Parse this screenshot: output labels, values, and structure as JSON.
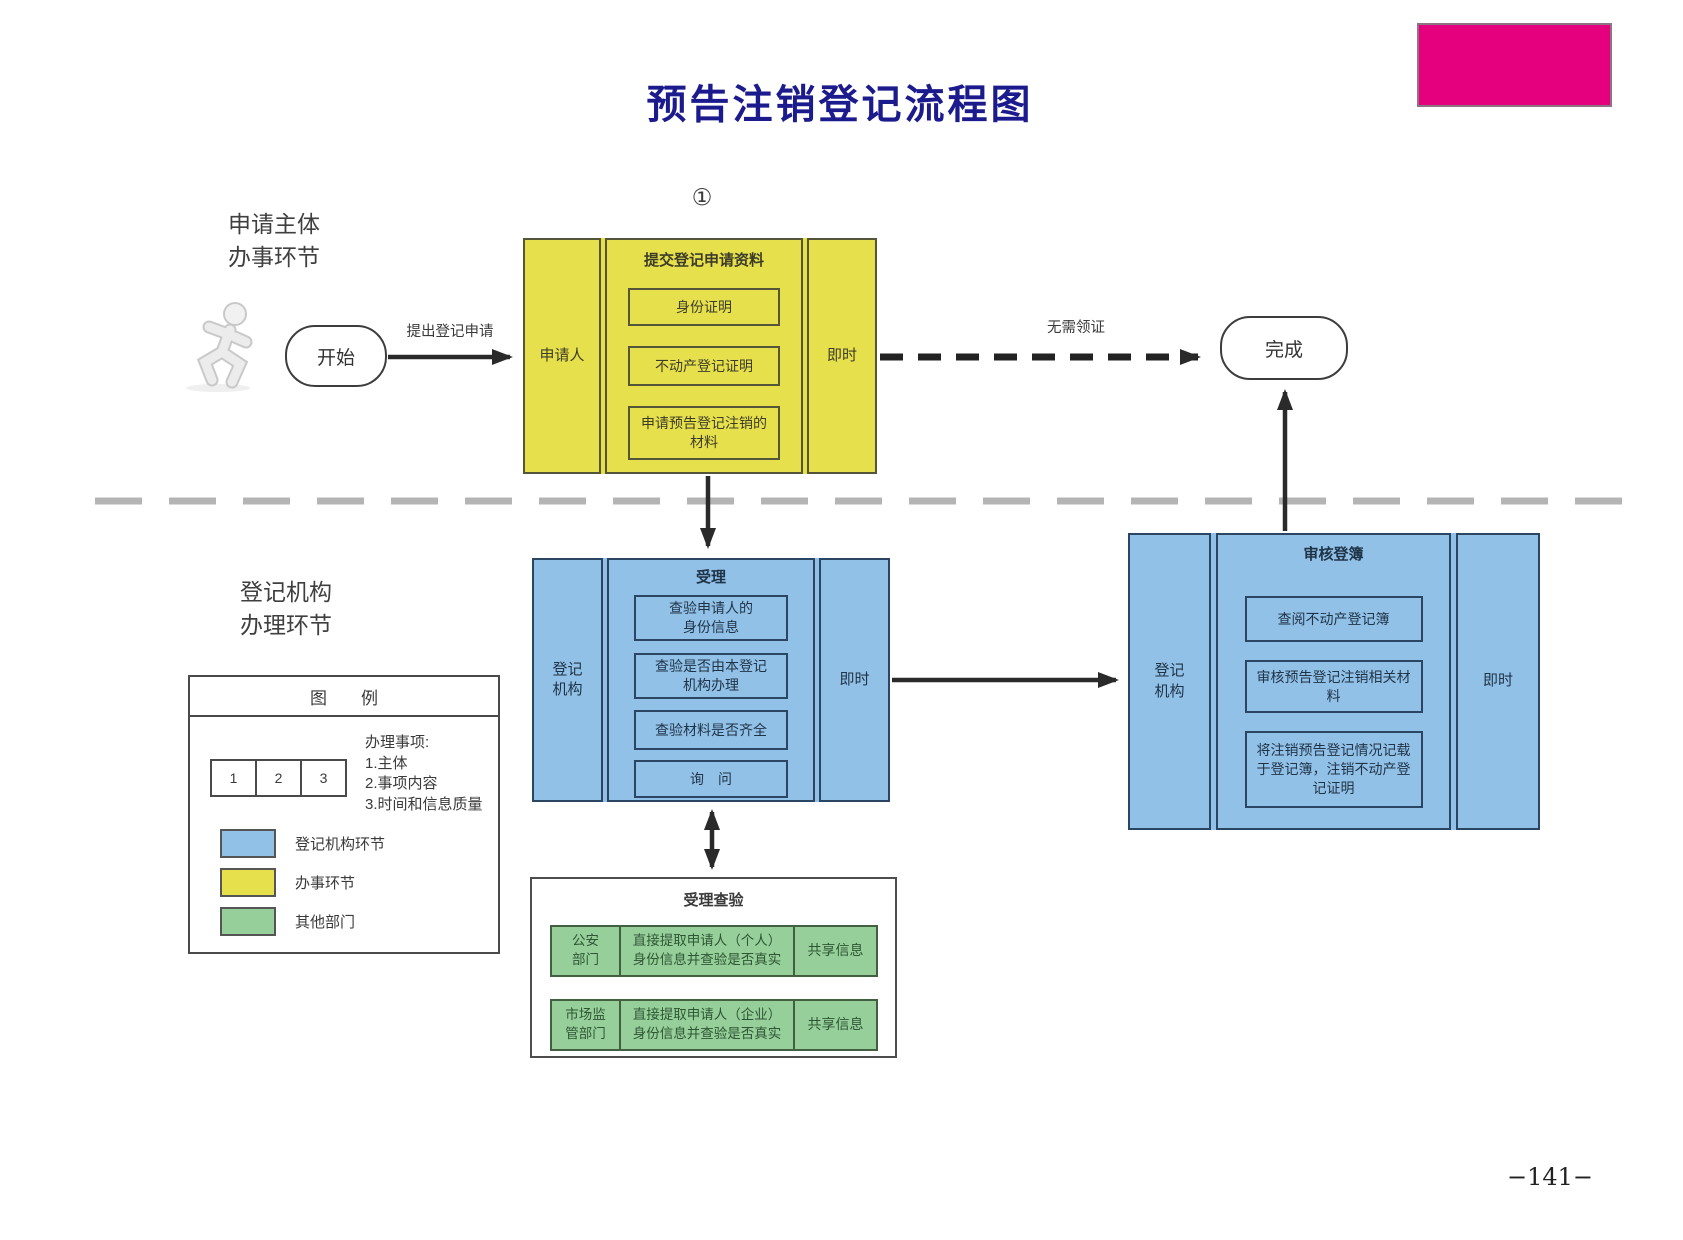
{
  "title": "预告注销登记流程图",
  "step_marker": "①",
  "page_number": "−141−",
  "colors": {
    "accent_pink": "#e5007d",
    "title_blue": "#1b1b8e",
    "registry_blue": "#92c1e8",
    "applicant_yellow": "#e7e04d",
    "other_dept_green": "#97cf9b",
    "divider_gray": "#b4b4b4"
  },
  "lanes": {
    "applicant_label": "申请主体\n办事环节",
    "registry_label": "登记机构\n办理环节"
  },
  "start_node": "开始",
  "finish_node": "完成",
  "edge_labels": {
    "apply": "提出登记申请",
    "no_certificate": "无需领证"
  },
  "submit_block": {
    "actor": "申请人",
    "title": "提交登记申请资料",
    "items": [
      "身份证明",
      "不动产登记证明",
      "申请预告登记注销的\n材料"
    ],
    "time": "即时"
  },
  "accept_block": {
    "actor": "登记\n机构",
    "title": "受理",
    "items": [
      "查验申请人的\n身份信息",
      "查验是否由本登记\n机构办理",
      "查验材料是否齐全",
      "询　问"
    ],
    "time": "即时"
  },
  "review_block": {
    "actor": "登记\n机构",
    "title": "审核登簿",
    "items": [
      "查阅不动产登记簿",
      "审核预告登记注销相关材\n料",
      "将注销预告登记情况记载\n于登记簿，注销不动产登\n记证明"
    ],
    "time": "即时"
  },
  "check_block": {
    "title": "受理查验",
    "rows": [
      {
        "dept": "公安\n部门",
        "action": "直接提取申请人（个人）\n身份信息并查验是否真实",
        "share": "共享信息"
      },
      {
        "dept": "市场监\n管部门",
        "action": "直接提取申请人（企业）\n身份信息并查验是否真实",
        "share": "共享信息"
      }
    ]
  },
  "legend": {
    "title": "图　　例",
    "cells": [
      "1",
      "2",
      "3"
    ],
    "notes": "办理事项:\n1.主体\n2.事项内容\n3.时间和信息质量",
    "entries": [
      {
        "color": "#92c1e8",
        "label": "登记机构环节"
      },
      {
        "color": "#e7e04d",
        "label": "办事环节"
      },
      {
        "color": "#97cf9b",
        "label": "其他部门"
      }
    ]
  }
}
